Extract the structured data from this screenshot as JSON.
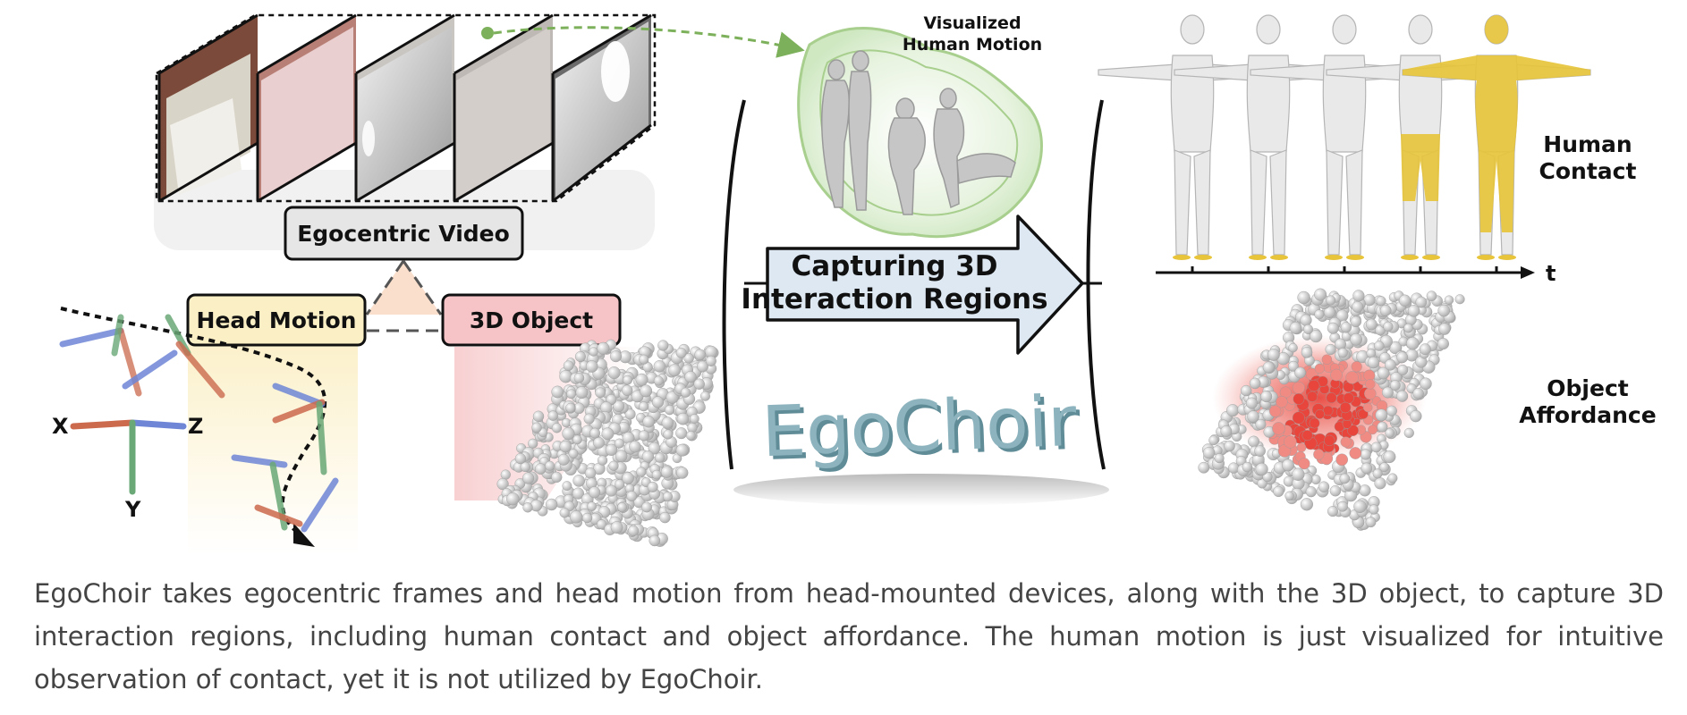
{
  "figure": {
    "egocentric_video_label": "Egocentric Video",
    "head_motion_label": "Head Motion",
    "object_label": "3D Object",
    "visualized_motion_label": [
      "Visualized",
      "Human Motion"
    ],
    "capturing_label": [
      "Capturing 3D",
      "Interaction Regions"
    ],
    "logo_text": "EgoChoir",
    "human_contact_label": [
      "Human",
      "Contact"
    ],
    "time_axis_label": "t",
    "object_affordance_label": [
      "Object",
      "Affordance"
    ],
    "axis_labels": {
      "x": "X",
      "z": "Z",
      "y": "Y"
    }
  },
  "caption": "EgoChoir takes egocentric frames and head motion from head-mounted devices, along with the 3D object, to capture 3D interaction regions, including human contact and object affordance. The human motion is just visualized for intuitive observation of contact, yet it is not utilized by EgoChoir.",
  "colors": {
    "contact_yellow": "#e7c43a",
    "affordance_red": "#e8453c",
    "arrow_fill": "#dde8f3",
    "head_motion_box": "#fbefc5",
    "object_box": "#f6c4c6",
    "logo_teal": "#8db4be",
    "axis_x_red": "#cc6a4e",
    "axis_z_blue": "#6f86d6",
    "axis_y_green": "#6aa877"
  }
}
